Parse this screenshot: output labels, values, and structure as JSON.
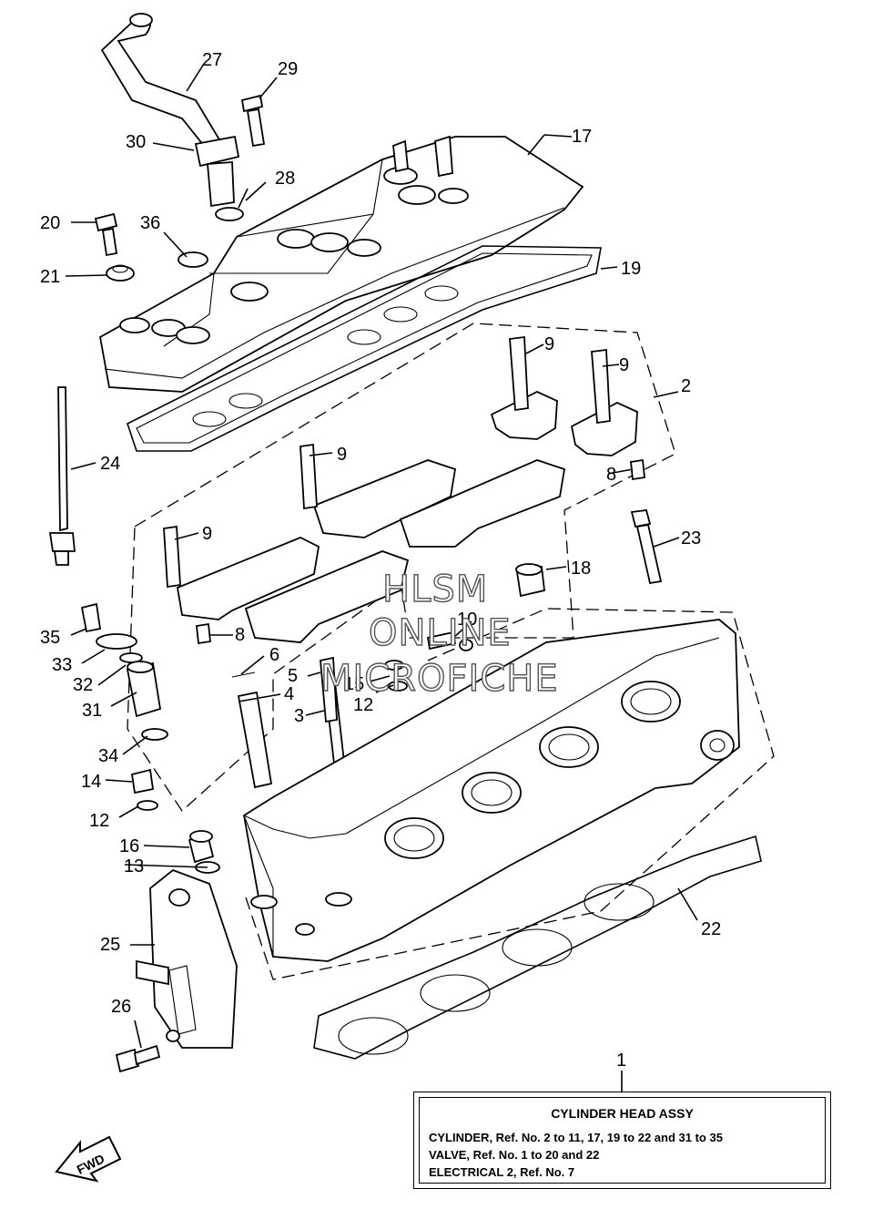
{
  "callouts": {
    "c1": "1",
    "c2": "2",
    "c3": "3",
    "c4": "4",
    "c5": "5",
    "c6": "6",
    "c8a": "8",
    "c8b": "8",
    "c9a": "9",
    "c9b": "9",
    "c9c": "9",
    "c9d": "9",
    "c10": "10",
    "c12a": "12",
    "c12b": "12",
    "c13": "13",
    "c14": "14",
    "c15": "15",
    "c16": "16",
    "c17": "17",
    "c18": "18",
    "c19": "19",
    "c20": "20",
    "c21": "21",
    "c22": "22",
    "c23": "23",
    "c24": "24",
    "c25": "25",
    "c26": "26",
    "c27": "27",
    "c28": "28",
    "c29": "29",
    "c30": "30",
    "c31": "31",
    "c32": "32",
    "c33": "33",
    "c34": "34",
    "c35": "35",
    "c36": "36"
  },
  "watermark": [
    "HLSM",
    "ONLINE",
    "MICROFICHE"
  ],
  "assembly": {
    "title": "CYLINDER HEAD ASSY",
    "references": [
      "CYLINDER,  Ref. No. 2 to 11, 17, 19 to 22 and 31 to 35",
      "VALVE, Ref. No. 1 to 20 and 22",
      "ELECTRICAL 2, Ref. No. 7"
    ]
  },
  "fwd_label": "FWD"
}
